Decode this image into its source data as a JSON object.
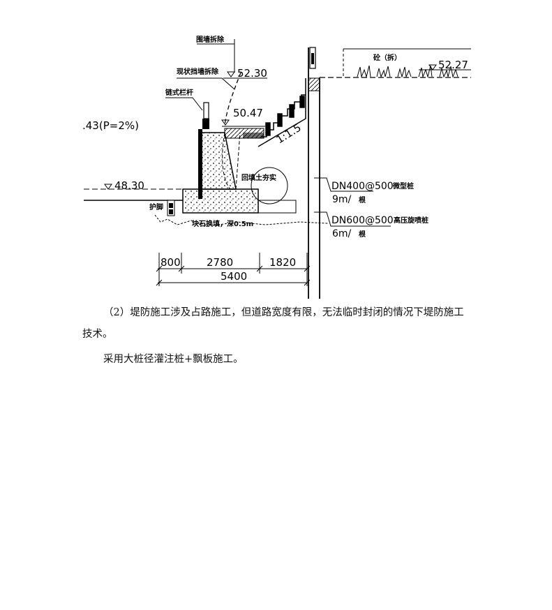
{
  "drawing": {
    "labels": {
      "wall_demolish": "围墙拆除",
      "retaining_wall_demolish": "现状挡墙拆除",
      "chain_railing": "链式栏杆",
      "elev_5230": "52.30",
      "elev_5227": "52.27",
      "elev_5047": "50.47",
      "flood_level": ".43(P=2%)",
      "elev_4830": "48.30",
      "backfill": "回填土夯实",
      "slope": "1:1.5",
      "pavement": "砼（拆）",
      "micro_pile": "DN400@500",
      "micro_pile_type": "微型桩",
      "micro_pile_len": "9m/",
      "micro_pile_unit": "根",
      "jet_pile": "DN600@500",
      "jet_pile_type": "高压旋喷桩",
      "jet_pile_len": "6m/",
      "jet_pile_unit": "根",
      "toe_guard": "护脚",
      "stone_replace": "块石换填，深0.5m",
      "dim_800": "800",
      "dim_2780": "2780",
      "dim_1820": "1820",
      "dim_5400": "5400"
    }
  },
  "text": {
    "paragraph_1": "（2）堤防施工涉及占路施工，但道路宽度有限，无法临时封闭的情况下堤防施工技术。",
    "paragraph_2": "采用大桩径灌注桩+飘板施工。"
  }
}
